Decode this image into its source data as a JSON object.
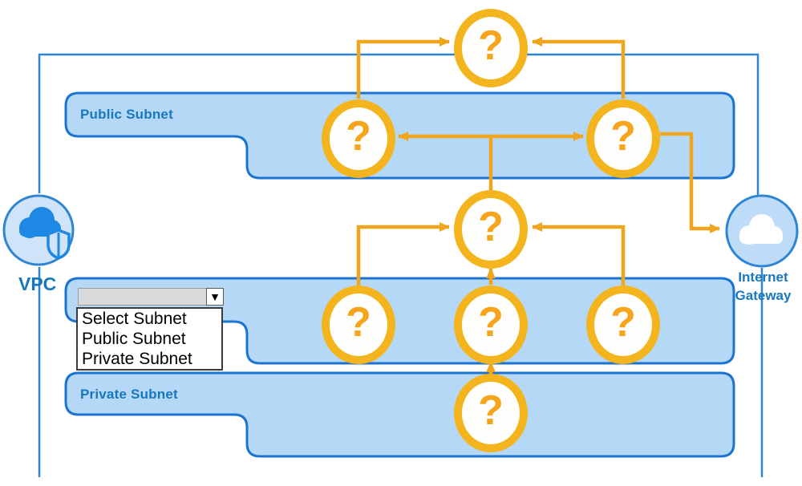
{
  "diagram": {
    "vpc_label": "VPC",
    "internet_gateway": {
      "line1": "Internet",
      "line2": "Gateway"
    },
    "public_subnet_label": "Public Subnet",
    "private_subnet_label": "Private Subnet",
    "question_mark": "?",
    "colors": {
      "band_fill": "#B5D8F6",
      "band_border": "#1B74D1",
      "connector_orange": "#F0A51E",
      "node_ring_orange": "#F4B41E",
      "label_blue": "#1878BE",
      "vpc_border_blue": "#2E86D3"
    }
  },
  "dropdown": {
    "value": "",
    "options": [
      "Select Subnet",
      "Public Subnet",
      "Private Subnet"
    ]
  }
}
